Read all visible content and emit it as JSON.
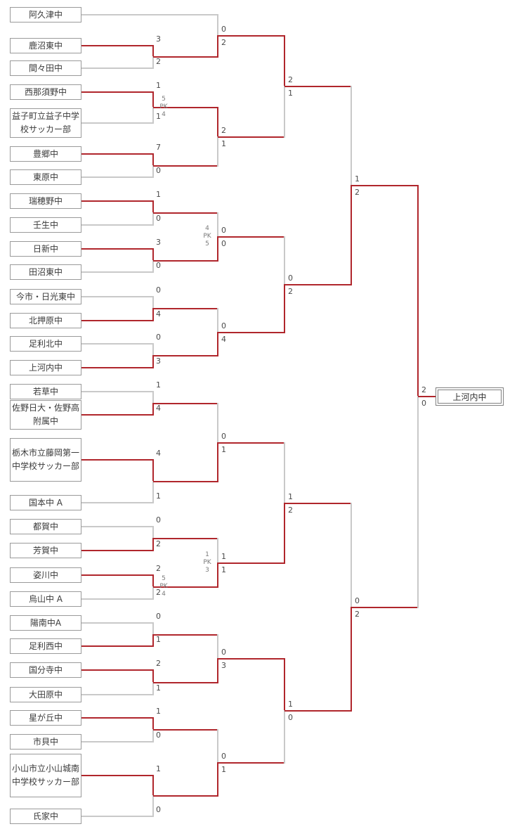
{
  "colors": {
    "winner_path": "#b0262c",
    "line": "#c9c9c9"
  },
  "champion": {
    "label": "上河内中"
  },
  "teams": [
    {
      "name": "阿久津中"
    },
    {
      "name": "鹿沼東中"
    },
    {
      "name": "間々田中"
    },
    {
      "name": "西那須野中"
    },
    {
      "name": "益子町立益子中学校サッカー部"
    },
    {
      "name": "豊郷中"
    },
    {
      "name": "東原中"
    },
    {
      "name": "瑞穂野中"
    },
    {
      "name": "壬生中"
    },
    {
      "name": "日新中"
    },
    {
      "name": "田沼東中"
    },
    {
      "name": "今市・日光東中"
    },
    {
      "name": "北押原中"
    },
    {
      "name": "足利北中"
    },
    {
      "name": "上河内中"
    },
    {
      "name": "若草中"
    },
    {
      "name": "佐野日大・佐野高附属中"
    },
    {
      "name": "栃木市立藤岡第一中学校サッカー部"
    },
    {
      "name": "国本中 A"
    },
    {
      "name": "都賀中"
    },
    {
      "name": "芳賀中"
    },
    {
      "name": "姿川中"
    },
    {
      "name": "烏山中 A"
    },
    {
      "name": "陽南中A"
    },
    {
      "name": "足利西中"
    },
    {
      "name": "国分寺中"
    },
    {
      "name": "大田原中"
    },
    {
      "name": "星が丘中"
    },
    {
      "name": "市貝中"
    },
    {
      "name": "小山市立小山城南中学校サッカー部"
    },
    {
      "name": "氏家中"
    }
  ],
  "matches": [
    {
      "round": 1,
      "top": {
        "team": 1
      },
      "bottom": {
        "team": 2
      },
      "score": [
        "3",
        "2"
      ],
      "winner": "top"
    },
    {
      "round": 1,
      "top": {
        "team": 3
      },
      "bottom": {
        "team": 4
      },
      "score": [
        "1",
        "1"
      ],
      "pk": [
        "5",
        "4"
      ],
      "winner": "top"
    },
    {
      "round": 1,
      "top": {
        "team": 5
      },
      "bottom": {
        "team": 6
      },
      "score": [
        "7",
        "0"
      ],
      "winner": "top"
    },
    {
      "round": 1,
      "top": {
        "team": 7
      },
      "bottom": {
        "team": 8
      },
      "score": [
        "1",
        "0"
      ],
      "winner": "top"
    },
    {
      "round": 1,
      "top": {
        "team": 9
      },
      "bottom": {
        "team": 10
      },
      "score": [
        "3",
        "0"
      ],
      "winner": "top"
    },
    {
      "round": 1,
      "top": {
        "team": 11
      },
      "bottom": {
        "team": 12
      },
      "score": [
        "0",
        "4"
      ],
      "winner": "bottom"
    },
    {
      "round": 1,
      "top": {
        "team": 13
      },
      "bottom": {
        "team": 14
      },
      "score": [
        "0",
        "3"
      ],
      "winner": "bottom"
    },
    {
      "round": 1,
      "top": {
        "team": 15
      },
      "bottom": {
        "team": 16
      },
      "score": [
        "1",
        "4"
      ],
      "winner": "bottom"
    },
    {
      "round": 1,
      "top": {
        "team": 17
      },
      "bottom": {
        "team": 18
      },
      "score": [
        "4",
        "1"
      ],
      "winner": "top"
    },
    {
      "round": 1,
      "top": {
        "team": 19
      },
      "bottom": {
        "team": 20
      },
      "score": [
        "0",
        "2"
      ],
      "winner": "bottom"
    },
    {
      "round": 1,
      "top": {
        "team": 21
      },
      "bottom": {
        "team": 22
      },
      "score": [
        "2",
        "2"
      ],
      "pk": [
        "5",
        "4"
      ],
      "winner": "top"
    },
    {
      "round": 1,
      "top": {
        "team": 23
      },
      "bottom": {
        "team": 24
      },
      "score": [
        "0",
        "1"
      ],
      "winner": "bottom"
    },
    {
      "round": 1,
      "top": {
        "team": 25
      },
      "bottom": {
        "team": 26
      },
      "score": [
        "2",
        "1"
      ],
      "winner": "top"
    },
    {
      "round": 1,
      "top": {
        "team": 27
      },
      "bottom": {
        "team": 28
      },
      "score": [
        "1",
        "0"
      ],
      "winner": "top"
    },
    {
      "round": 1,
      "top": {
        "team": 29
      },
      "bottom": {
        "team": 30
      },
      "score": [
        "1",
        "0"
      ],
      "winner": "top"
    },
    {
      "round": 2,
      "top": {
        "team": 0
      },
      "bottom": {
        "match": 0
      },
      "score": [
        "0",
        "2"
      ],
      "winner": "bottom"
    },
    {
      "round": 2,
      "top": {
        "match": 1
      },
      "bottom": {
        "match": 2
      },
      "score": [
        "2",
        "1"
      ],
      "winner": "top"
    },
    {
      "round": 2,
      "top": {
        "match": 3
      },
      "bottom": {
        "match": 4
      },
      "score": [
        "0",
        "0"
      ],
      "pk": [
        "4",
        "5"
      ],
      "winner": "bottom"
    },
    {
      "round": 2,
      "top": {
        "match": 5
      },
      "bottom": {
        "match": 6
      },
      "score": [
        "0",
        "4"
      ],
      "winner": "bottom"
    },
    {
      "round": 2,
      "top": {
        "match": 7
      },
      "bottom": {
        "match": 8
      },
      "score": [
        "0",
        "1"
      ],
      "winner": "bottom"
    },
    {
      "round": 2,
      "top": {
        "match": 9
      },
      "bottom": {
        "match": 10
      },
      "score": [
        "1",
        "1"
      ],
      "pk": [
        "1",
        "3"
      ],
      "winner": "bottom"
    },
    {
      "round": 2,
      "top": {
        "match": 11
      },
      "bottom": {
        "match": 12
      },
      "score": [
        "0",
        "3"
      ],
      "winner": "bottom"
    },
    {
      "round": 2,
      "top": {
        "match": 13
      },
      "bottom": {
        "match": 14
      },
      "score": [
        "0",
        "1"
      ],
      "winner": "bottom"
    },
    {
      "round": 3,
      "top": {
        "match": 15
      },
      "bottom": {
        "match": 16
      },
      "score": [
        "2",
        "1"
      ],
      "winner": "top"
    },
    {
      "round": 3,
      "top": {
        "match": 17
      },
      "bottom": {
        "match": 18
      },
      "score": [
        "0",
        "2"
      ],
      "winner": "bottom"
    },
    {
      "round": 3,
      "top": {
        "match": 19
      },
      "bottom": {
        "match": 20
      },
      "score": [
        "1",
        "2"
      ],
      "winner": "bottom"
    },
    {
      "round": 3,
      "top": {
        "match": 21
      },
      "bottom": {
        "match": 22
      },
      "score": [
        "1",
        "0"
      ],
      "winner": "top"
    },
    {
      "round": 4,
      "top": {
        "match": 23
      },
      "bottom": {
        "match": 24
      },
      "score": [
        "1",
        "2"
      ],
      "winner": "bottom"
    },
    {
      "round": 4,
      "top": {
        "match": 25
      },
      "bottom": {
        "match": 26
      },
      "score": [
        "0",
        "2"
      ],
      "winner": "bottom"
    },
    {
      "round": 5,
      "top": {
        "match": 27
      },
      "bottom": {
        "match": 28
      },
      "score": [
        "2",
        "0"
      ],
      "winner": "top"
    }
  ]
}
